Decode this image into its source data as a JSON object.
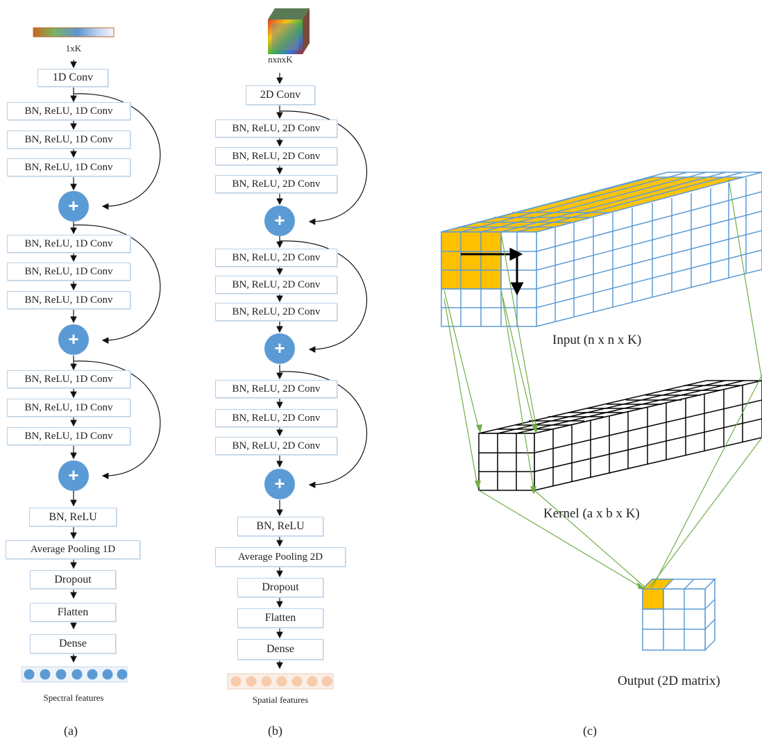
{
  "colors": {
    "box_border": "#b9cfe4",
    "add_node": "#5b9bd5",
    "spectral_dot": "#5b9bd5",
    "spatial_dot": "#f8cbad",
    "highlight": "#ffc000",
    "grid_line": "#5b9bd5",
    "projection_line": "#70ad47"
  },
  "panel_a": {
    "input_label": "1xK",
    "first_conv": "1D Conv",
    "blocks": [
      [
        "BN, ReLU, 1D Conv",
        "BN, ReLU, 1D Conv",
        "BN, ReLU, 1D Conv"
      ],
      [
        "BN, ReLU, 1D Conv",
        "BN, ReLU, 1D Conv",
        "BN, ReLU, 1D Conv"
      ],
      [
        "BN, ReLU, 1D Conv",
        "BN, ReLU, 1D Conv",
        "BN, ReLU, 1D Conv"
      ]
    ],
    "add_symbol": "+",
    "bn_relu": "BN, ReLU",
    "pooling": "Average Pooling 1D",
    "dropout": "Dropout",
    "flatten": "Flatten",
    "dense": "Dense",
    "output_label": "Spectral features",
    "label": "(a)"
  },
  "panel_b": {
    "input_label": "nxnxK",
    "first_conv": "2D Conv",
    "blocks": [
      [
        "BN, ReLU, 2D Conv",
        "BN, ReLU, 2D Conv",
        "BN, ReLU, 2D Conv"
      ],
      [
        "BN, ReLU, 2D Conv",
        "BN, ReLU, 2D Conv",
        "BN, ReLU, 2D Conv"
      ],
      [
        "BN, ReLU, 2D Conv",
        "BN, ReLU, 2D Conv",
        "BN, ReLU, 2D Conv"
      ]
    ],
    "add_symbol": "+",
    "bn_relu": "BN, ReLU",
    "pooling": "Average Pooling 2D",
    "dropout": "Dropout",
    "flatten": "Flatten",
    "dense": "Dense",
    "output_label": "Spatial features",
    "label": "(b)"
  },
  "panel_c": {
    "input_caption": "Input (n x n x K)",
    "kernel_caption": "Kernel (a x b x K)",
    "output_caption": "Output (2D matrix)",
    "label": "(c)"
  }
}
